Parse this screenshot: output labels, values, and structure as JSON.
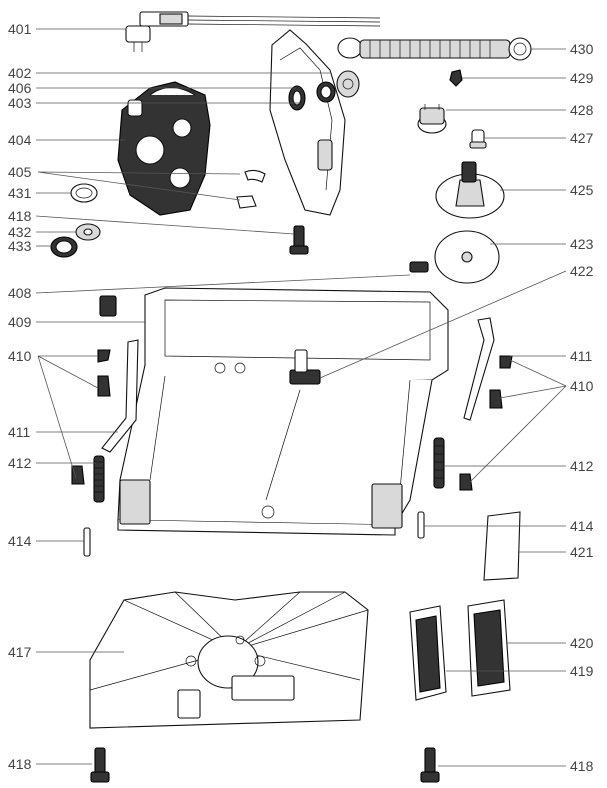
{
  "callouts": {
    "c401": "401",
    "c402": "402",
    "c406": "406",
    "c403": "403",
    "c404": "404",
    "c405": "405",
    "c431": "431",
    "c418a": "418",
    "c432": "432",
    "c433": "433",
    "c408": "408",
    "c409": "409",
    "c410l": "410",
    "c411l": "411",
    "c412l": "412",
    "c414l": "414",
    "c417": "417",
    "c418bl": "418",
    "c430": "430",
    "c429": "429",
    "c428": "428",
    "c427": "427",
    "c425": "425",
    "c423": "423",
    "c422": "422",
    "c411r": "411",
    "c410r": "410",
    "c412r": "412",
    "c414r": "414",
    "c421": "421",
    "c420": "420",
    "c419": "419",
    "c418br": "418"
  }
}
